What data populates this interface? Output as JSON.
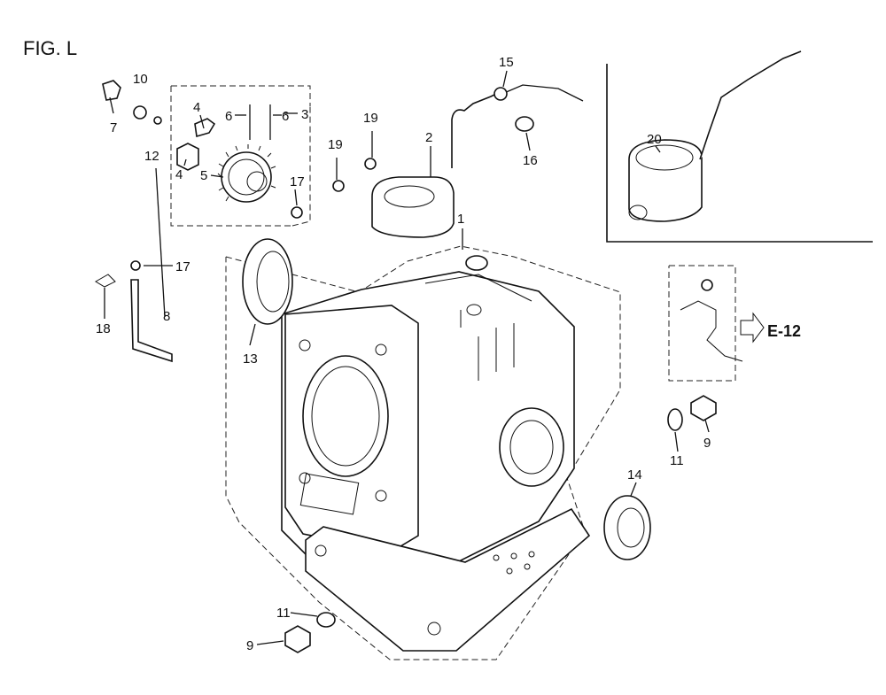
{
  "figure": {
    "title": "FIG. L"
  },
  "reference": {
    "label": "E-12"
  },
  "callouts": {
    "c1": "1",
    "c2": "2",
    "c3": "3",
    "c4a": "4",
    "c4b": "4",
    "c5": "5",
    "c6a": "6",
    "c6b": "6",
    "c7": "7",
    "c8": "8",
    "c9a": "9",
    "c9b": "9",
    "c10": "10",
    "c11a": "11",
    "c11b": "11",
    "c12": "12",
    "c13": "13",
    "c14": "14",
    "c15": "15",
    "c16": "16",
    "c17a": "17",
    "c17b": "17",
    "c18": "18",
    "c19a": "19",
    "c19b": "19",
    "c20": "20"
  }
}
